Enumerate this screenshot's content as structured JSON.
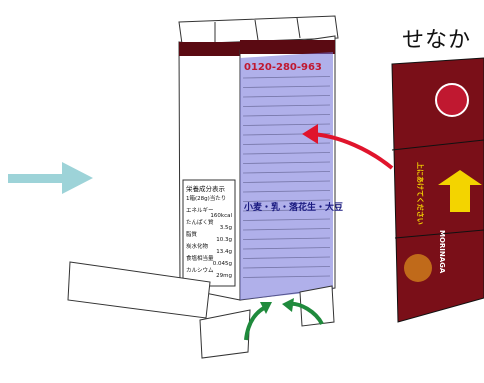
{
  "caption": "せなか",
  "side_panel": {
    "phone": "0120-280-963",
    "allergen": "小麦・乳・落花生・大豆",
    "nutrition": {
      "heading": "栄養成分表示",
      "serving": "1箱(28g)当たり",
      "rows": [
        {
          "label": "エネルギー",
          "value": "160kcal"
        },
        {
          "label": "たんぱく質",
          "value": "3.5g"
        },
        {
          "label": "脂質",
          "value": "10.3g"
        },
        {
          "label": "炭水化物",
          "value": "13.4g"
        },
        {
          "label": "食塩相当量",
          "value": "0.045g"
        },
        {
          "label": "カルシウム",
          "value": "29mg"
        }
      ]
    }
  },
  "back_panel": {
    "open_instruction": "上にあけてください",
    "brand": "MORINAGA"
  },
  "colors": {
    "arrow_left": "#9dd3d8",
    "arrow_red": "#e0142c",
    "arrow_green": "#1f8a3c",
    "highlight": "#7070d8",
    "package_red": "#7a0f18",
    "band_dark": "#5a0a12",
    "yellow_arrow": "#f3d400"
  },
  "icons": [
    "blue-right-arrow-icon",
    "red-curved-arrow-icon",
    "green-curved-arrow-icon",
    "yellow-up-arrow-icon"
  ]
}
